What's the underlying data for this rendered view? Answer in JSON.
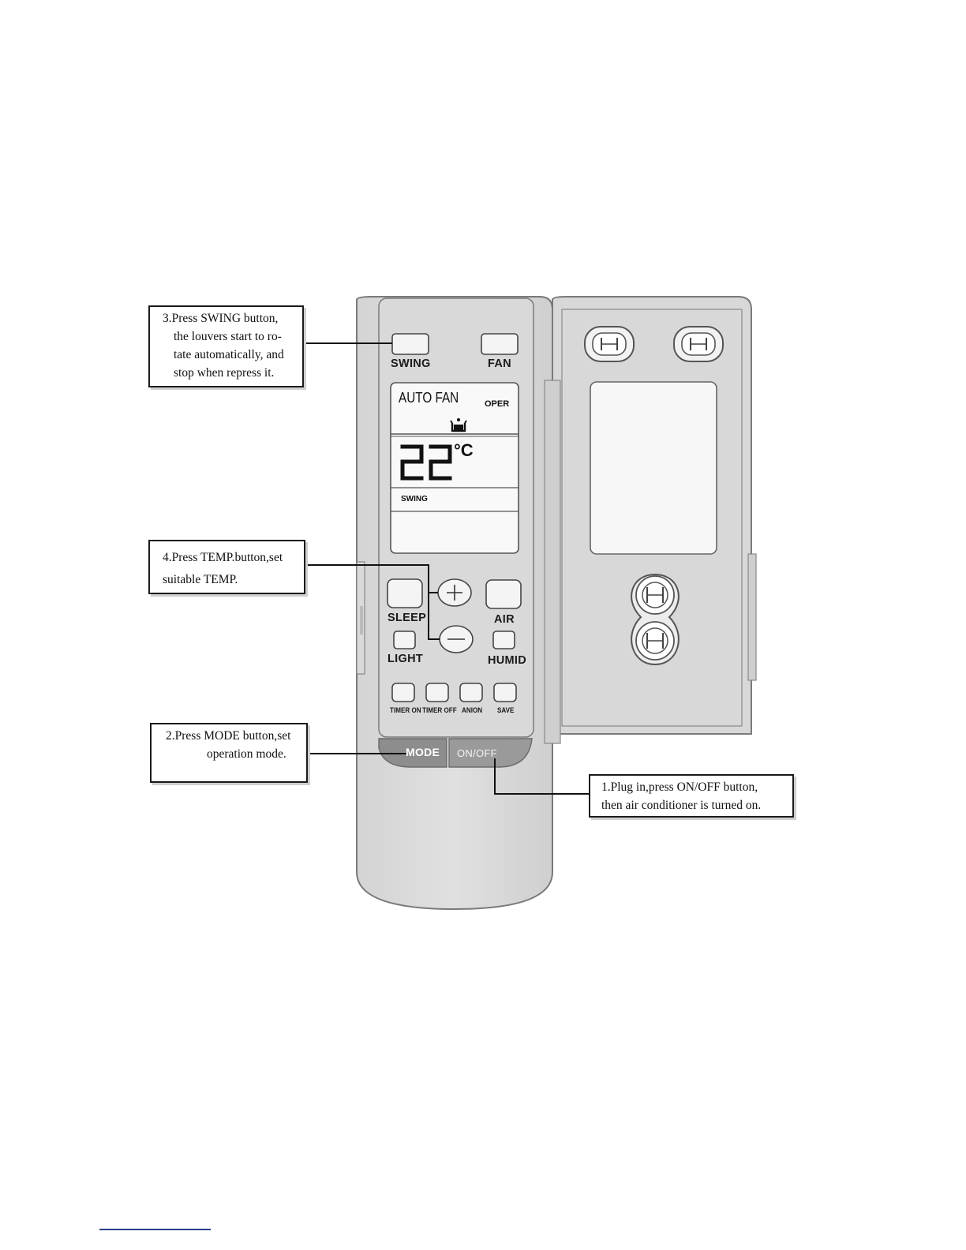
{
  "remote": {
    "buttons": {
      "swing": "SWING",
      "fan": "FAN",
      "sleep": "SLEEP",
      "air": "AIR",
      "light": "LIGHT",
      "humid": "HUMID",
      "timer_on": "TIMER ON",
      "timer_off": "TIMER OFF",
      "anion": "ANION",
      "save": "SAVE",
      "mode": "MODE",
      "on_off": "ON/OFF"
    },
    "display": {
      "auto_fan": "AUTO FAN",
      "oper": "OPER",
      "temperature": "22",
      "unit": "°C",
      "swing": "SWING"
    }
  },
  "callouts": {
    "swing": {
      "lines": [
        "3.Press SWING  button,",
        "the louvers start to ro-",
        "tate automatically, and",
        "stop when repress it."
      ]
    },
    "temp": {
      "lines": [
        "4.Press TEMP.button,set",
        "suitable TEMP."
      ]
    },
    "mode": {
      "lines": [
        "2.Press MODE button,set",
        "operation mode."
      ]
    },
    "onoff": {
      "lines": [
        "1.Plug in,press ON/OFF  button,",
        "then air conditioner is turned on."
      ]
    }
  },
  "icons": {
    "mode_icon": "dehumidify-cup-icon"
  }
}
